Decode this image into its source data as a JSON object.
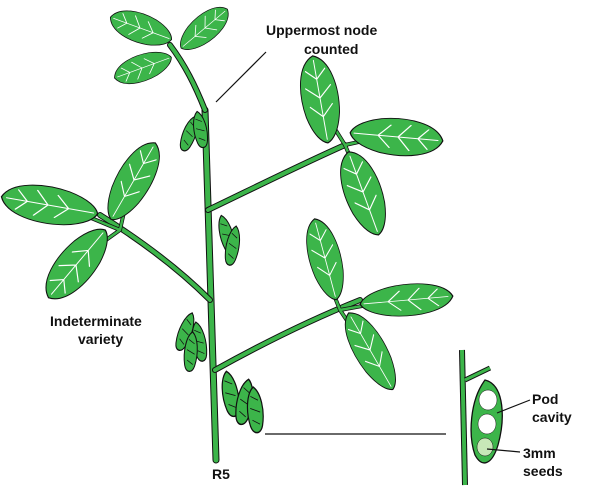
{
  "labels": {
    "uppermost_line1": "Uppermost node",
    "uppermost_line2": "counted",
    "variety_line1": "Indeterminate",
    "variety_line2": "variety",
    "stage": "R5",
    "pod_line1": "Pod",
    "pod_line2": "cavity",
    "seeds_line1": "3mm",
    "seeds_line2": "seeds"
  },
  "colors": {
    "leaf": "#3cb54a",
    "stem": "#3cb54a",
    "outline": "#111111",
    "vein": "#ffffff",
    "seed": "#c8e8b8"
  }
}
